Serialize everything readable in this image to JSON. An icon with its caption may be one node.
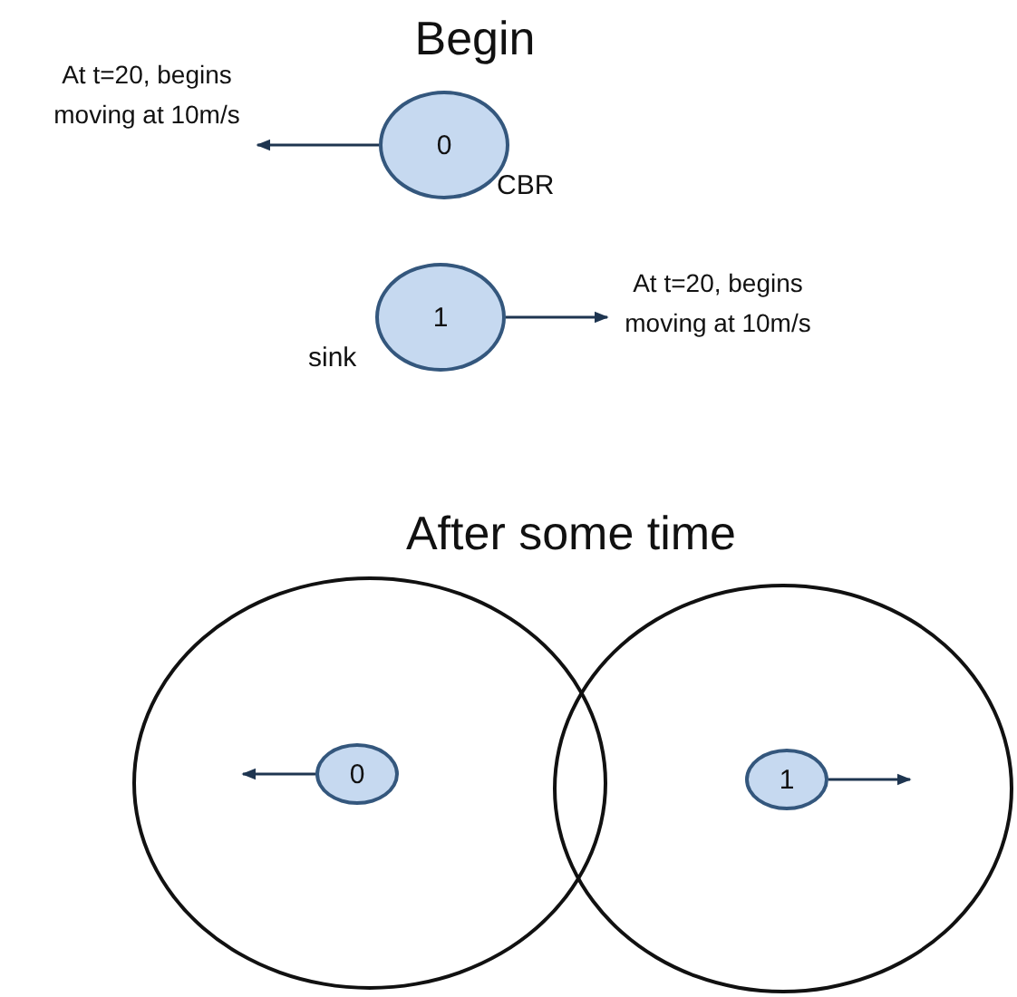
{
  "diagram": {
    "nodes": [
      {
        "text": [
          "0"
        ],
        "beside": [
          "CBR"
        ]
      },
      {
        "text": [
          "1"
        ],
        "beside": [
          "sink"
        ]
      },
      {
        "text": [],
        "shape": "circle"
      },
      {
        "text": [],
        "shape": "circle"
      },
      {
        "text": [
          "0"
        ],
        "in": 2
      },
      {
        "text": [
          "1"
        ],
        "in": 3
      },
      {
        "text": [
          "At t=20, begins moving at 10m/s"
        ]
      },
      {
        "text": [
          "At t=20, begins moving at 10m/s"
        ]
      }
    ],
    "edges": [
      {
        "from": 0,
        "to": 6,
        "arrow": "to"
      },
      {
        "from": 1,
        "to": 7,
        "arrow": "to"
      },
      {
        "from": 4,
        "to": null,
        "arrow": "to"
      },
      {
        "from": 5,
        "to": null,
        "arrow": "to"
      }
    ],
    "labels": [
      "Begin",
      "After some time"
    ]
  }
}
